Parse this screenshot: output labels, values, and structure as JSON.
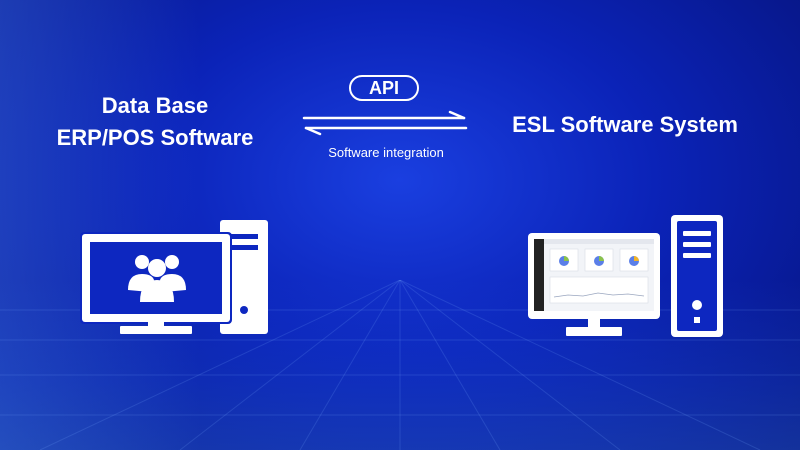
{
  "left_title_lines": [
    "Data Base",
    "ERP/POS Software"
  ],
  "right_title": "ESL Software System",
  "api_label": "API",
  "integration_label": "Software integration",
  "colors": {
    "bg_center": "#1a3fe0",
    "bg_edge": "#06137a",
    "foreground": "#ffffff"
  },
  "icons": {
    "left": "computer-with-users-icon",
    "right": "computer-with-dashboard-icon",
    "arrows": "bidirectional-arrows-icon"
  }
}
